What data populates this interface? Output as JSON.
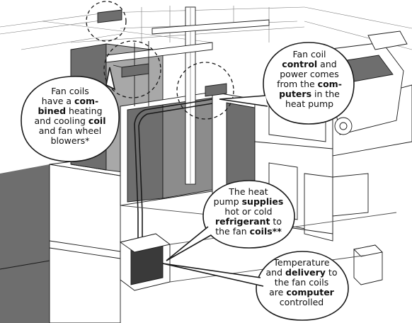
{
  "callouts": {
    "fan_coils": {
      "lines": [
        [
          {
            "t": "Fan coils",
            "b": false
          }
        ],
        [
          {
            "t": "have a ",
            "b": false
          },
          {
            "t": "com-",
            "b": true
          }
        ],
        [
          {
            "t": "bined",
            "b": true
          },
          {
            "t": " heating",
            "b": false
          }
        ],
        [
          {
            "t": "and cooling ",
            "b": false
          },
          {
            "t": "coil",
            "b": true
          }
        ],
        [
          {
            "t": "and fan wheel",
            "b": false
          }
        ],
        [
          {
            "t": "blowers*",
            "b": false
          }
        ]
      ]
    },
    "control": {
      "lines": [
        [
          {
            "t": "Fan coil",
            "b": false
          }
        ],
        [
          {
            "t": "control",
            "b": true
          },
          {
            "t": " and",
            "b": false
          }
        ],
        [
          {
            "t": "power comes",
            "b": false
          }
        ],
        [
          {
            "t": "from the ",
            "b": false
          },
          {
            "t": "com-",
            "b": true
          }
        ],
        [
          {
            "t": "puters",
            "b": true
          },
          {
            "t": " in the",
            "b": false
          }
        ],
        [
          {
            "t": "heat pump",
            "b": false
          }
        ]
      ]
    },
    "refrigerant": {
      "lines": [
        [
          {
            "t": "The heat",
            "b": false
          }
        ],
        [
          {
            "t": "pump ",
            "b": false
          },
          {
            "t": "supplies",
            "b": true
          }
        ],
        [
          {
            "t": "hot or cold",
            "b": false
          }
        ],
        [
          {
            "t": "refrigerant",
            "b": true
          },
          {
            "t": " to",
            "b": false
          }
        ],
        [
          {
            "t": "the fan ",
            "b": false
          },
          {
            "t": "coils**",
            "b": true
          }
        ]
      ]
    },
    "temperature": {
      "lines": [
        [
          {
            "t": "Temperature",
            "b": false
          }
        ],
        [
          {
            "t": "and ",
            "b": false
          },
          {
            "t": "delivery",
            "b": true
          },
          {
            "t": " to",
            "b": false
          }
        ],
        [
          {
            "t": "the fan coils",
            "b": false
          }
        ],
        [
          {
            "t": "are ",
            "b": false
          },
          {
            "t": "computer",
            "b": true
          }
        ],
        [
          {
            "t": "controlled",
            "b": false
          }
        ]
      ]
    }
  },
  "colors": {
    "line": "#1a1a1a",
    "shade": "#6e6e6e",
    "shade_light": "#a8a8a8",
    "paper": "#ffffff"
  }
}
